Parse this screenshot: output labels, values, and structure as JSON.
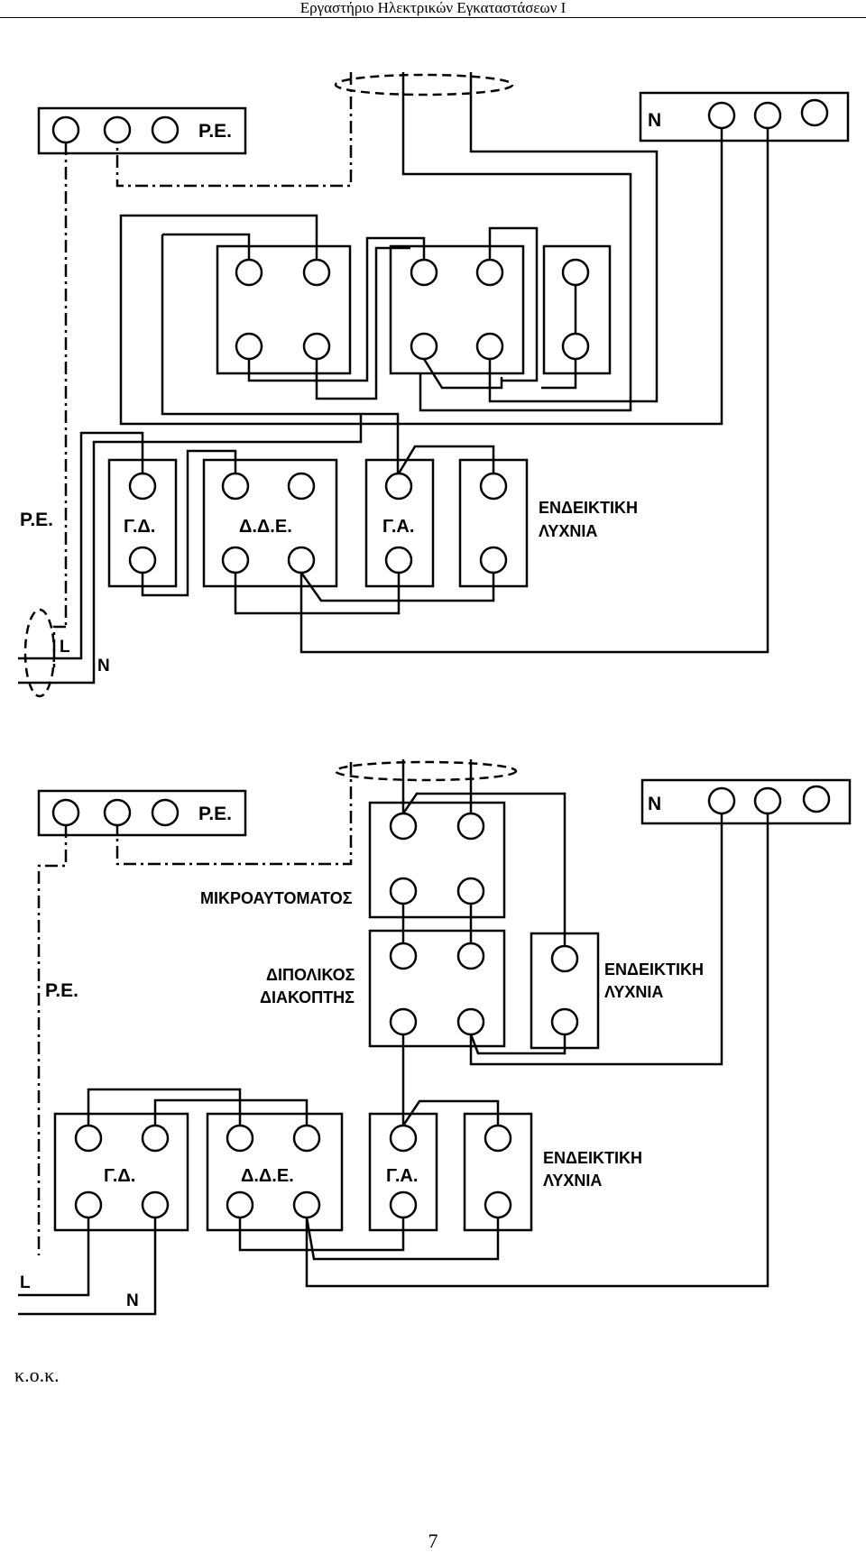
{
  "header": {
    "title": "Εργαστήριο Ηλεκτρικών Εγκαταστάσεων Ι"
  },
  "diagram1": {
    "pe_bar": "Ρ.Ε.",
    "n_bar": "N",
    "pe_line": "Ρ.Ε.",
    "l_line": "L",
    "n_line": "N",
    "gd": "Γ.Δ.",
    "dde": "Δ.Δ.Ε.",
    "ga": "Γ.Α.",
    "lamp_line1": "ΕΝΔΕΙΚΤΙΚΗ",
    "lamp_line2": "ΛΥΧΝΙΑ"
  },
  "diagram2": {
    "pe_bar": "Ρ.Ε.",
    "n_bar": "N",
    "pe_line": "Ρ.Ε.",
    "l_line": "L",
    "n_line": "N",
    "mcb": "ΜΙΚΡΟΑΥΤΟΜΑΤΟΣ",
    "dp_line1": "ΔΙΠΟΛΙΚΟΣ",
    "dp_line2": "ΔΙΑΚΟΠΤΗΣ",
    "lamp_top_line1": "ΕΝΔΕΙΚΤΙΚΗ",
    "lamp_top_line2": "ΛΥΧΝΙΑ",
    "gd": "Γ.Δ.",
    "dde": "Δ.Δ.Ε.",
    "ga": "Γ.Α.",
    "lamp_line1": "ΕΝΔΕΙΚΤΙΚΗ",
    "lamp_line2": "ΛΥΧΝΙΑ"
  },
  "note": "κ.ο.κ.",
  "page_number": "7"
}
